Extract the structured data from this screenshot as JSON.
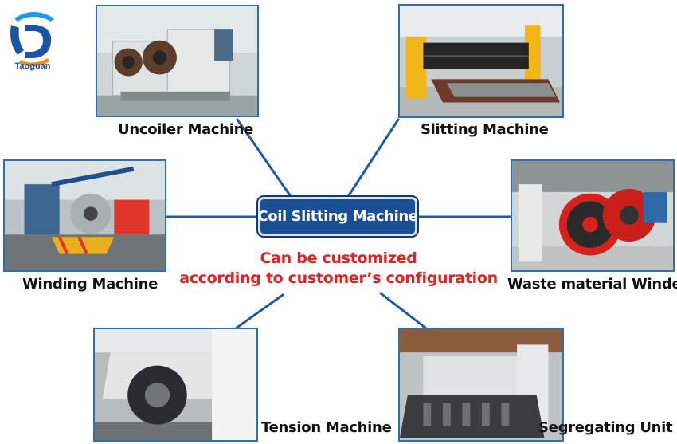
{
  "logo": {
    "text": "Taoguan"
  },
  "center": {
    "title": "Coil Slitting Machine",
    "note_line1": "Can be customized",
    "note_line2": "according to customer’s configuration"
  },
  "machines": {
    "uncoiler": "Uncoiler Machine",
    "slitting": "Slitting Machine",
    "winding": "Winding Machine",
    "waste_winder": "Waste material Winder",
    "tension": "Tension Machine",
    "segregating": "Segregating Unit"
  },
  "colors": {
    "connector": "#1f5aa6",
    "center_box": "#1a4f96",
    "note_text": "#e32222",
    "photo_border": "#2f6fb0"
  }
}
